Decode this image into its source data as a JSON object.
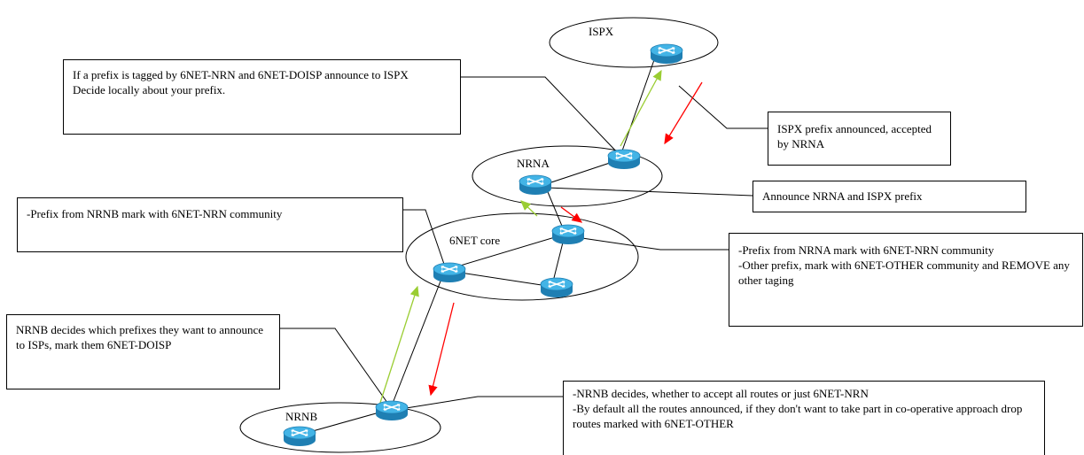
{
  "colors": {
    "router_top": "#43b4e6",
    "router_side": "#1f7fb3",
    "up_arrow": "#9acd32",
    "down_arrow": "#ff0000",
    "line": "#000000"
  },
  "icons": {
    "router": "router-icon"
  },
  "clouds": {
    "ispx": "ISPX",
    "nrna": "NRNA",
    "core": "6NET core",
    "nrnb": "NRNB"
  },
  "notes": {
    "ispx_policy": [
      "If a prefix is tagged by 6NET-NRN and 6NET-DOISP announce to ISPX",
      "Decide locally about your prefix."
    ],
    "ispx_announced": "ISPX prefix announced, accepted by NRNA",
    "nrna_announce": "Announce NRNA and ISPX prefix",
    "nrnb_mark": "-Prefix from NRNB mark with 6NET-NRN community",
    "nrna_mark": [
      "-Prefix from NRNA mark with 6NET-NRN community",
      "-Other prefix, mark with 6NET-OTHER community and REMOVE any other taging"
    ],
    "nrnb_decides": "NRNB decides which prefixes they want to announce to ISPs, mark them 6NET-DOISP",
    "nrnb_accept": [
      "-NRNB decides, whether to accept all routes or just 6NET-NRN",
      "-By default all the routes announced, if they don't want to take part in co-operative approach drop routes marked with 6NET-OTHER"
    ]
  }
}
